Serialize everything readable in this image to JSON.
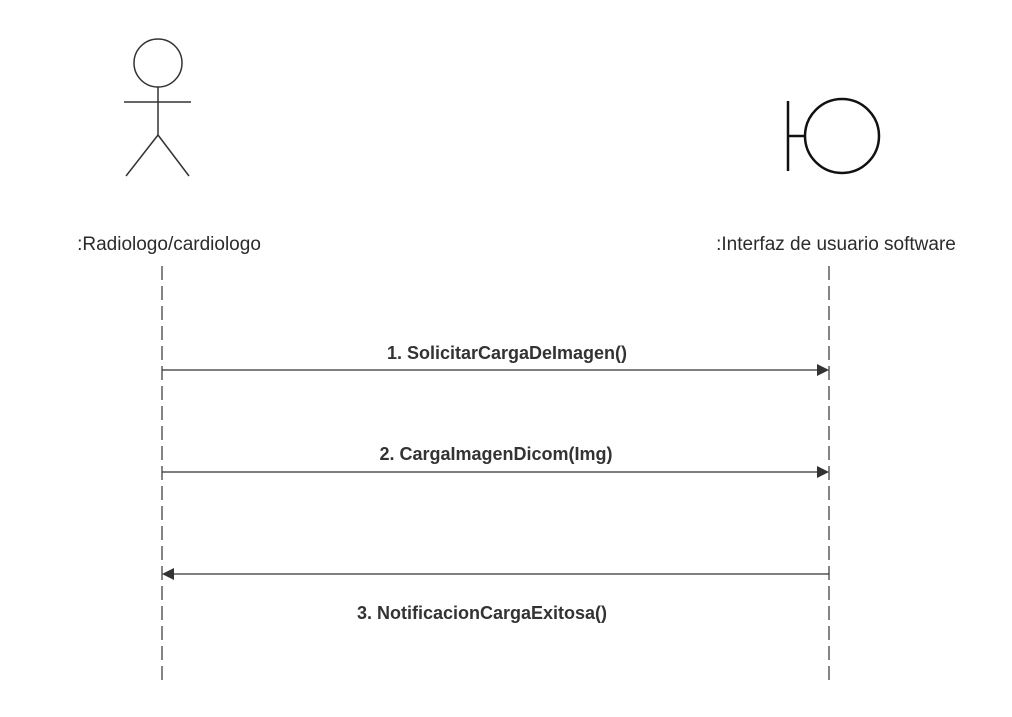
{
  "participants": {
    "actor": {
      "label": ":Radiologo/cardiologo",
      "icon": "actor-icon"
    },
    "boundary": {
      "label": ":Interfaz de usuario software",
      "icon": "boundary-icon"
    }
  },
  "messages": [
    {
      "label": "1. SolicitarCargaDeImagen()",
      "from": "actor",
      "to": "boundary"
    },
    {
      "label": "2. CargaImagenDicom(Img)",
      "from": "actor",
      "to": "boundary"
    },
    {
      "label": "3. NotificacionCargaExitosa()",
      "from": "boundary",
      "to": "actor"
    }
  ],
  "colors": {
    "line": "#333333",
    "text": "#2b2b2b",
    "background": "#ffffff"
  }
}
